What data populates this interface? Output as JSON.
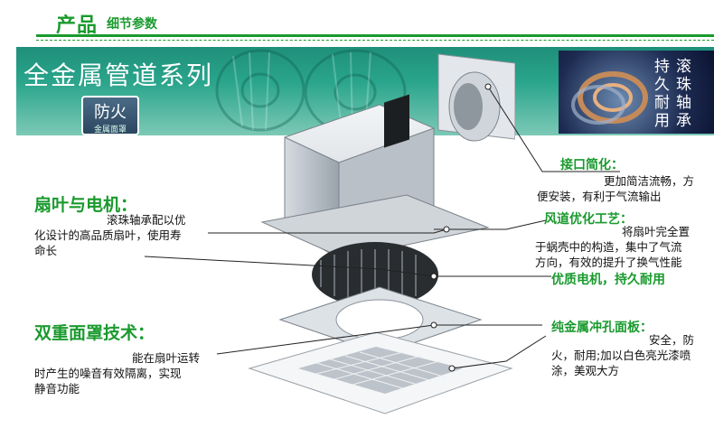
{
  "header": {
    "title": "产品",
    "subtitle": "细节参数"
  },
  "banner": {
    "title": "全金属管道系列",
    "badge_main": "防火",
    "badge_sub": "金属面罩",
    "bearing_cols": [
      "持久耐用",
      "滚珠轴承"
    ]
  },
  "features": {
    "fan_motor": {
      "title": "扇叶与电机：",
      "lines": [
        "滚珠轴承配以优",
        "化设计的高品质扇叶，使用寿",
        "命长"
      ]
    },
    "interface": {
      "title": "接口简化：",
      "lines": [
        "更加简洁流畅，方",
        "便安装，有利于气流输出"
      ]
    },
    "duct": {
      "title": "风道优化工艺：",
      "lines": [
        "将扇叶完全置",
        "于蜗壳中的构造，集中了气流",
        "方向，有效的提升了换气性能"
      ]
    },
    "motor": {
      "title": "优质电机，持久耐用"
    },
    "double_cover": {
      "title": "双重面罩技术：",
      "lines": [
        "能在扇叶运转",
        "时产生的噪音有效隔离，实现",
        "静音功能"
      ]
    },
    "panel": {
      "title": "纯金属冲孔面板：",
      "lines": [
        "安全，防",
        "火，耐用;加以白色亮光漆喷",
        "涂，美观大方"
      ]
    }
  },
  "colors": {
    "green": "#1a9a2e",
    "banner_teal": "#2aa58c",
    "panel_navy": "#1d2b52"
  }
}
